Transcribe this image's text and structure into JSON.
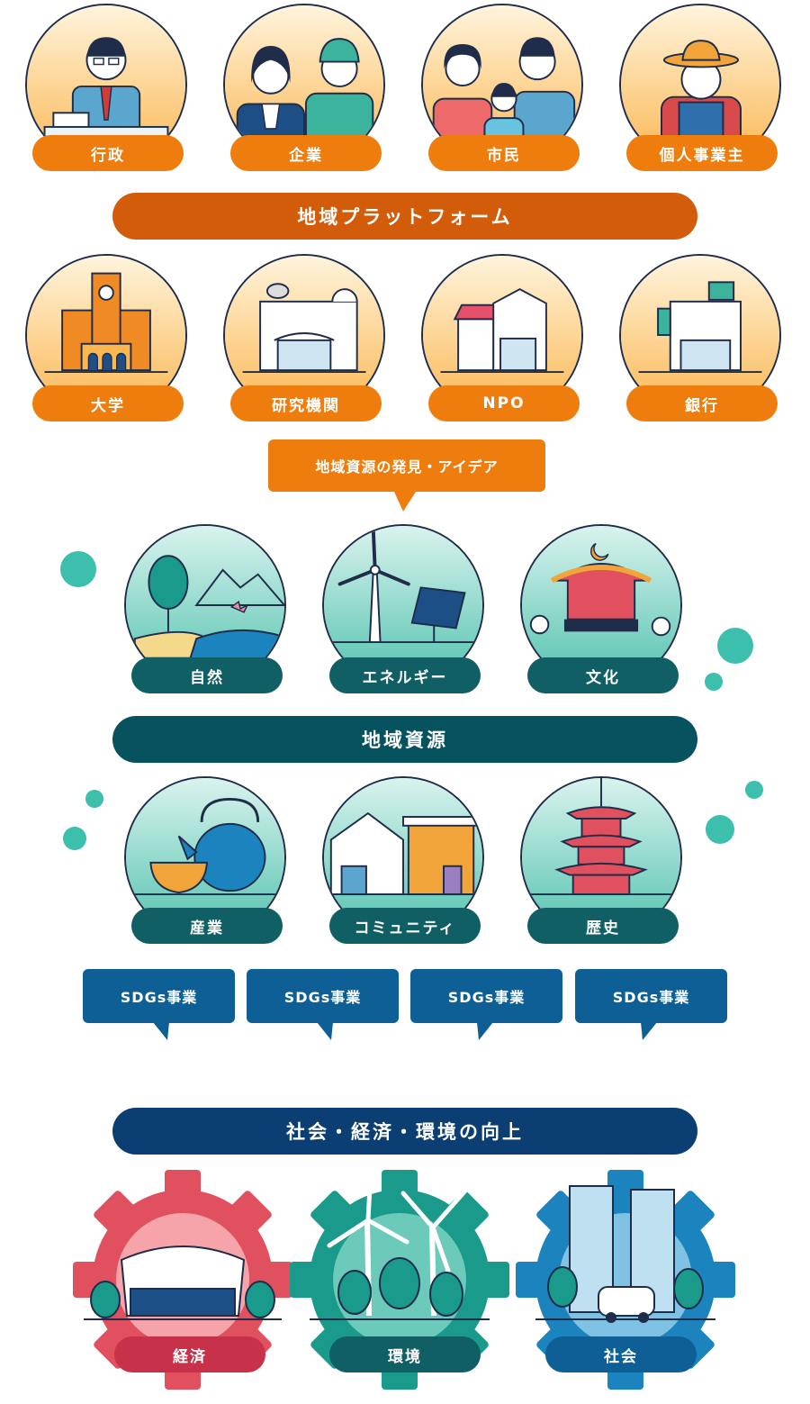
{
  "actors": [
    {
      "label": "行政",
      "icon": "government-official-icon"
    },
    {
      "label": "企業",
      "icon": "company-workers-icon"
    },
    {
      "label": "市民",
      "icon": "citizen-family-icon"
    },
    {
      "label": "個人事業主",
      "icon": "sole-proprietor-farmer-icon"
    }
  ],
  "platform_band": "地域プラットフォーム",
  "institutions": [
    {
      "label": "大学",
      "icon": "university-building-icon"
    },
    {
      "label": "研究機関",
      "icon": "research-institute-icon"
    },
    {
      "label": "NPO",
      "icon": "npo-houses-icon"
    },
    {
      "label": "銀行",
      "icon": "bank-building-icon"
    }
  ],
  "discovery_bubble": "地域資源の発見・アイデア",
  "resources_row1": [
    {
      "label": "自然",
      "icon": "nature-forest-icon"
    },
    {
      "label": "エネルギー",
      "icon": "wind-solar-energy-icon"
    },
    {
      "label": "文化",
      "icon": "festival-shrine-icon"
    }
  ],
  "resources_band": "地域資源",
  "resources_row2": [
    {
      "label": "産業",
      "icon": "teapot-craft-icon"
    },
    {
      "label": "コミュニティ",
      "icon": "community-houses-icon"
    },
    {
      "label": "歴史",
      "icon": "pagoda-history-icon"
    }
  ],
  "sdgs_bubbles": [
    "SDGs事業",
    "SDGs事業",
    "SDGs事業",
    "SDGs事業"
  ],
  "improvement_band": "社会・経済・環境の向上",
  "outcomes": [
    {
      "label": "経済",
      "icon": "economy-stadium-gear-icon"
    },
    {
      "label": "環境",
      "icon": "environment-windmill-gear-icon"
    },
    {
      "label": "社会",
      "icon": "society-city-car-gear-icon"
    }
  ],
  "colors": {
    "orange": "#ee7d0e",
    "platform": "#d35c0a",
    "teal_dark": "#0f5f65",
    "resources_band": "#06525f",
    "sdgs_blue": "#0d5f95",
    "improvement_band": "#0b3f73",
    "gear_red": "#e0505e",
    "gear_teal": "#1a9a8a",
    "gear_blue": "#1b83be"
  }
}
